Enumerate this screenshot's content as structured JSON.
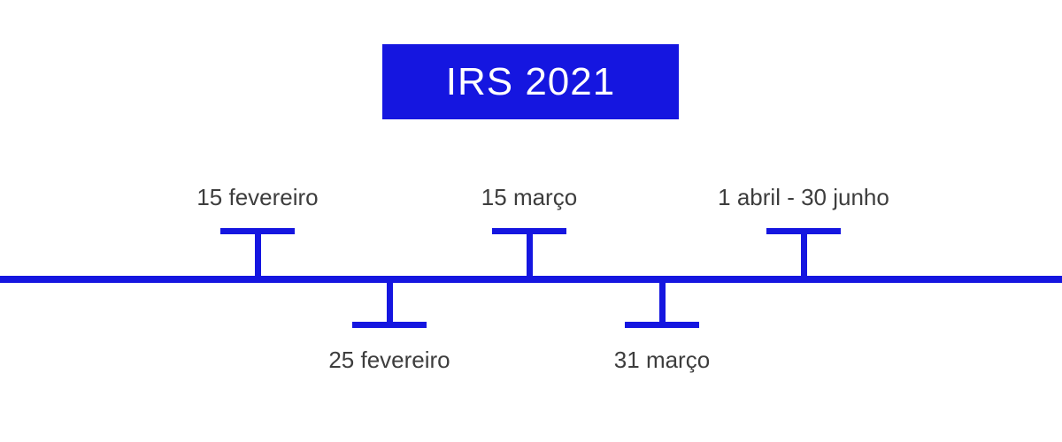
{
  "title": {
    "label": "IRS 2021"
  },
  "colors": {
    "accent": "#1516e0",
    "background": "#ffffff",
    "title_text": "#ffffff",
    "label_text": "#3d3d3d"
  },
  "timeline": {
    "events": [
      {
        "label": "15 fevereiro",
        "side": "top"
      },
      {
        "label": "25 fevereiro",
        "side": "bottom"
      },
      {
        "label": "15 março",
        "side": "top"
      },
      {
        "label": "31 março",
        "side": "bottom"
      },
      {
        "label": "1 abril - 30 junho",
        "side": "top"
      }
    ]
  }
}
